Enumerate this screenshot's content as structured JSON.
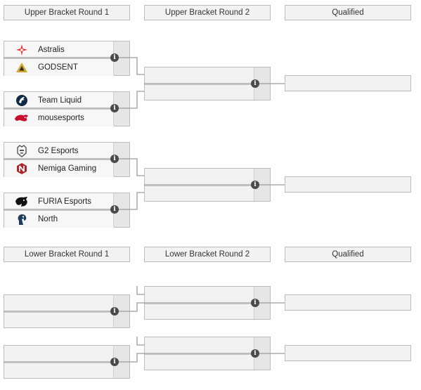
{
  "headers": {
    "upper_r1": "Upper Bracket Round 1",
    "upper_r2": "Upper Bracket Round 2",
    "upper_q": "Qualified",
    "lower_r1": "Lower Bracket Round 1",
    "lower_r2": "Lower Bracket Round 2",
    "lower_q": "Qualified"
  },
  "teams": {
    "m1_top": "Astralis",
    "m1_bot": "GODSENT",
    "m2_top": "Team Liquid",
    "m2_bot": "mousesports",
    "m3_top": "G2 Esports",
    "m3_bot": "Nemiga Gaming",
    "m4_top": "FURIA Esports",
    "m4_bot": "North"
  },
  "info_glyph": "i",
  "icons": {
    "astralis": "astralis-star-icon",
    "godsent": "godsent-triangle-icon",
    "liquid": "liquid-horse-icon",
    "mousesports": "mousesports-mouse-icon",
    "g2": "g2-samurai-icon",
    "nemiga": "nemiga-hexagon-icon",
    "furia": "furia-panther-icon",
    "north": "north-knight-icon",
    "info": "info-circle-icon"
  },
  "colors": {
    "astralis": "#e8312f",
    "godsent": "#d4a72c",
    "liquid": "#0e2a47",
    "mousesports": "#c8102e",
    "g2": "#555555",
    "nemiga": "#b3242a",
    "furia": "#111111",
    "north": "#1d3b5a"
  }
}
